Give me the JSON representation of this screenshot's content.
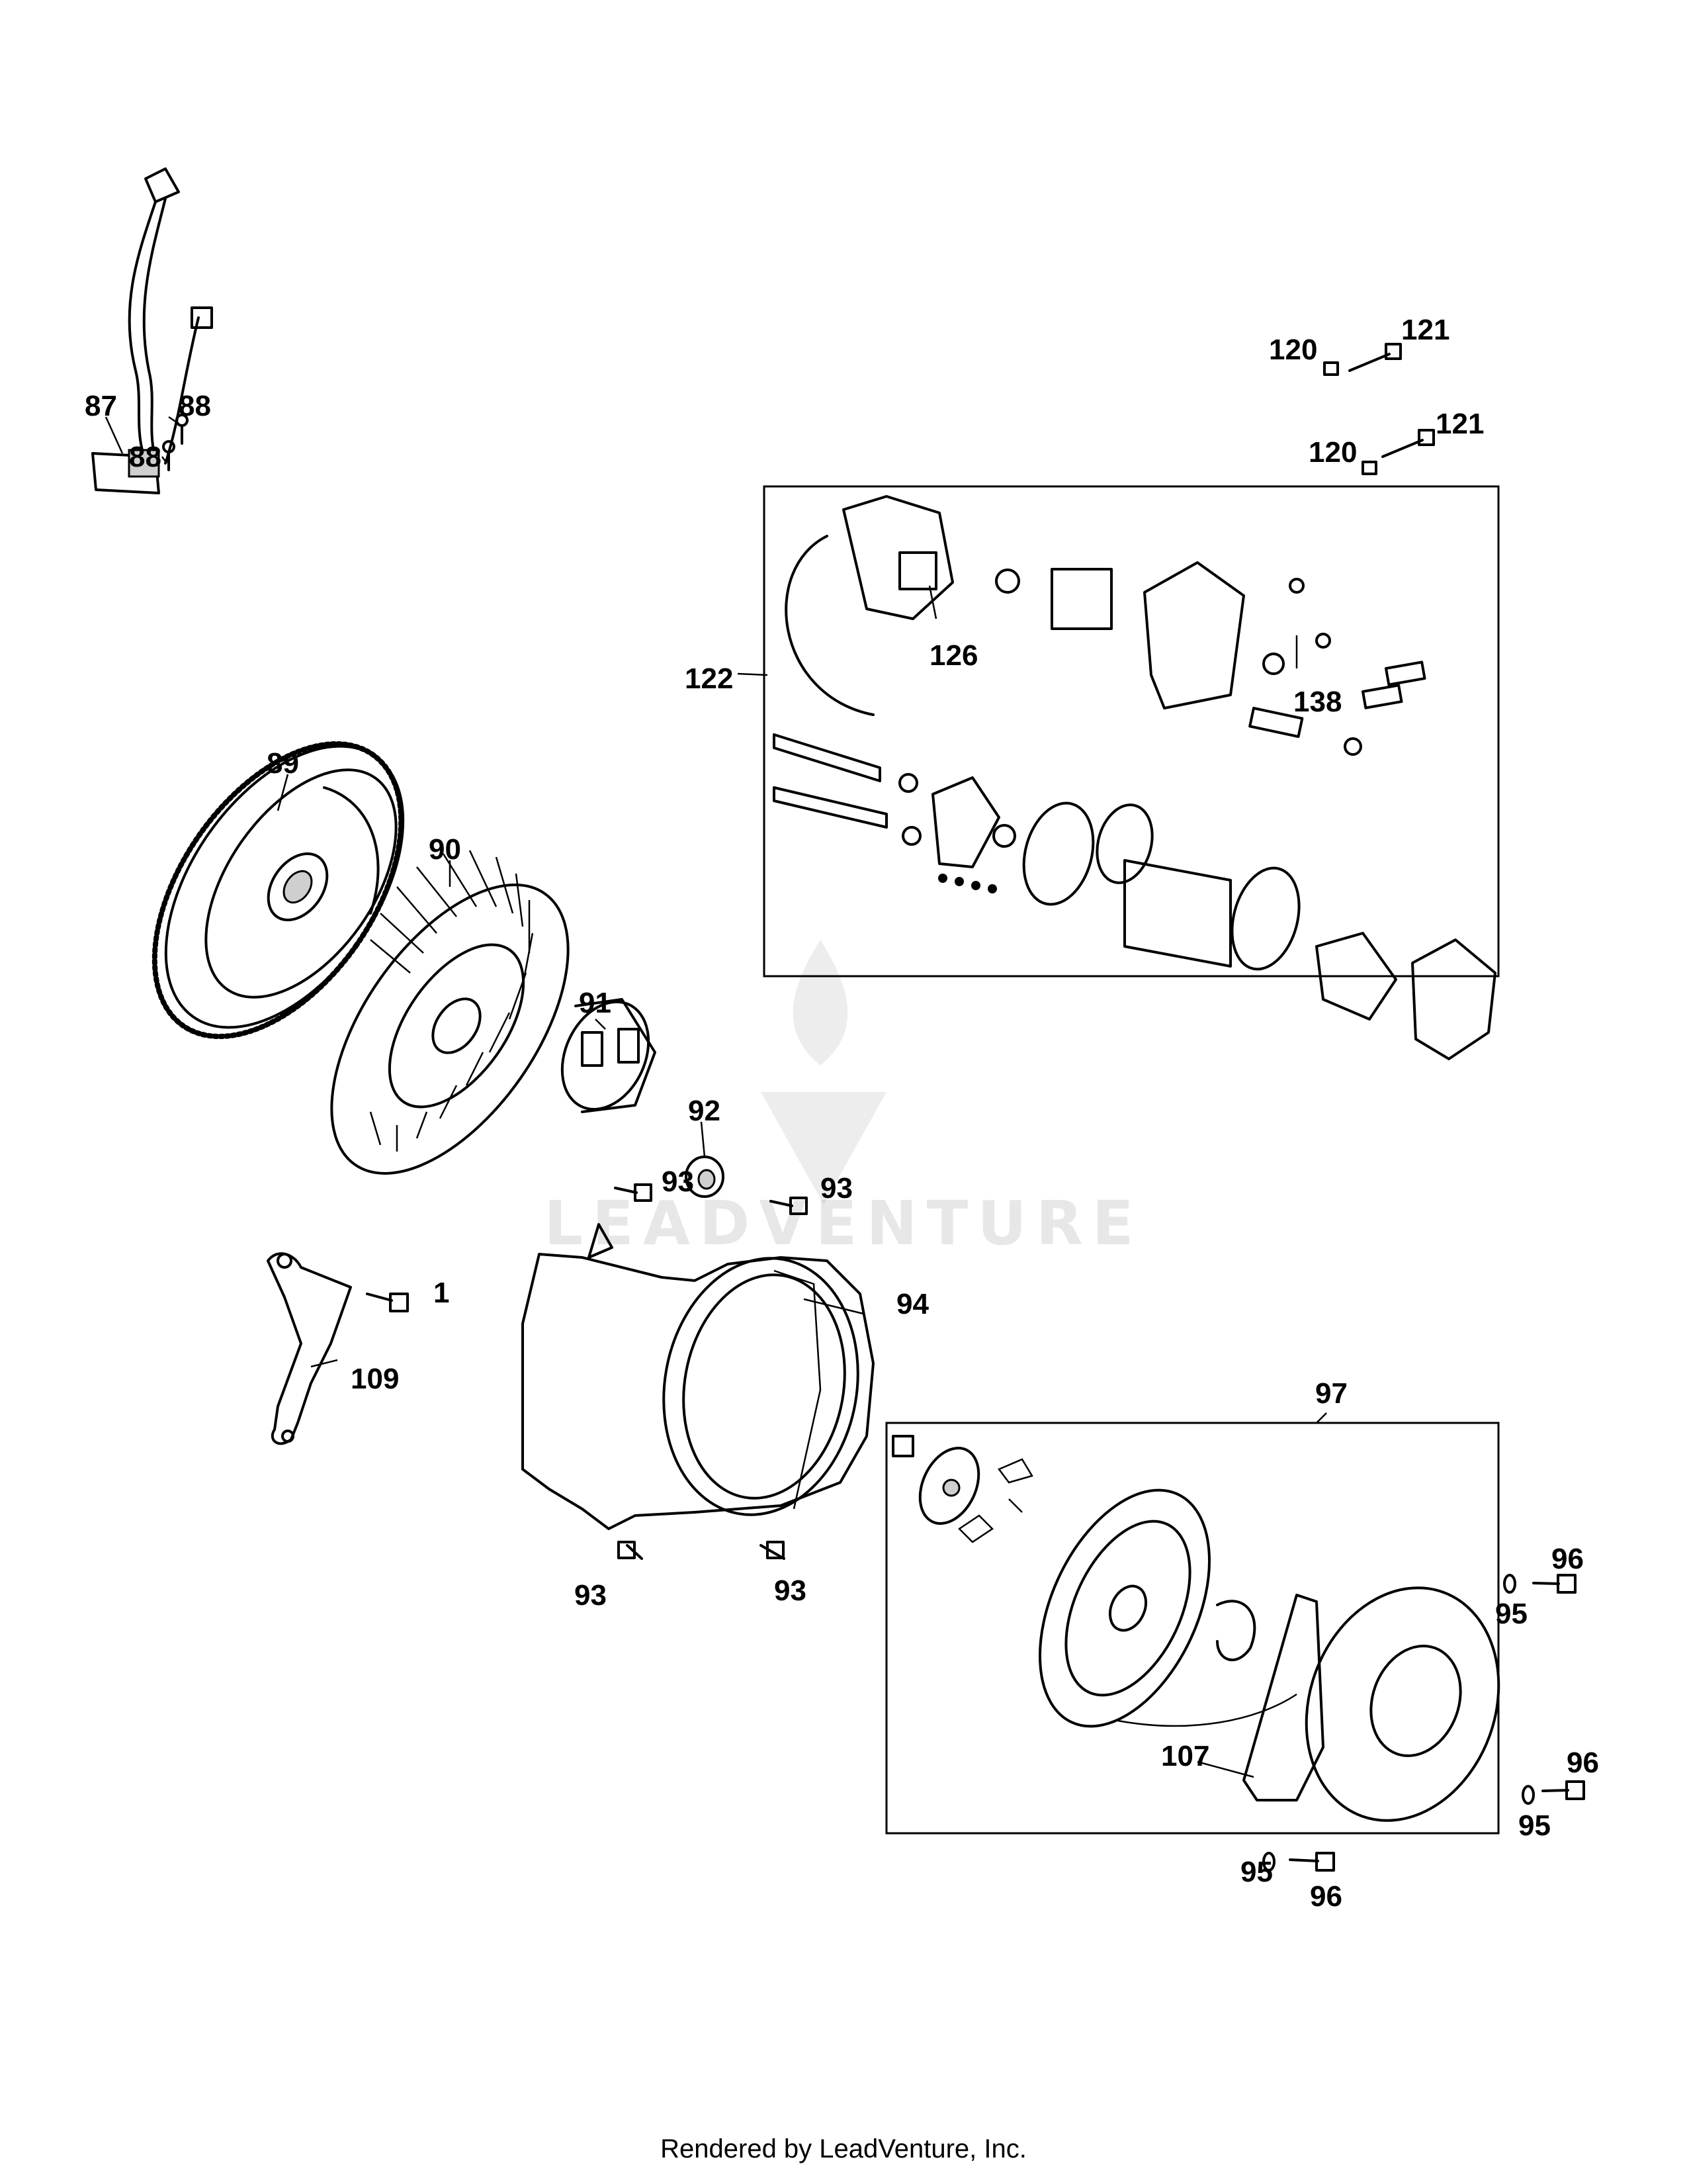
{
  "callouts": {
    "c1": "1",
    "c87": "87",
    "c88a": "88",
    "c88b": "88",
    "c89": "89",
    "c90": "90",
    "c91": "91",
    "c92": "92",
    "c93a": "93",
    "c93b": "93",
    "c93c": "93",
    "c93d": "93",
    "c94": "94",
    "c95a": "95",
    "c95b": "95",
    "c95c": "95",
    "c96a": "96",
    "c96b": "96",
    "c96c": "96",
    "c97": "97",
    "c107": "107",
    "c109": "109",
    "c120a": "120",
    "c120b": "120",
    "c121a": "121",
    "c121b": "121",
    "c122": "122",
    "c126": "126",
    "c138": "138"
  },
  "watermark": {
    "text": "LEADVENTURE"
  },
  "footer": {
    "text": "Rendered by LeadVenture, Inc."
  }
}
